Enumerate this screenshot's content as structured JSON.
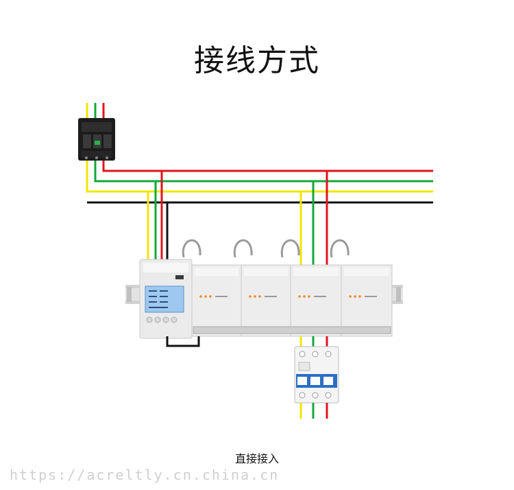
{
  "title": "接线方式",
  "caption": "直接接入",
  "watermark": "https://acreltly.cn.china.cn",
  "colors": {
    "phase_yellow": "#f2e600",
    "phase_green": "#12a83a",
    "phase_red": "#e0141b",
    "neutral_black": "#111111"
  },
  "components": [
    "molded-case-breaker",
    "din-rail-multi-meter",
    "three-pole-mcb"
  ]
}
